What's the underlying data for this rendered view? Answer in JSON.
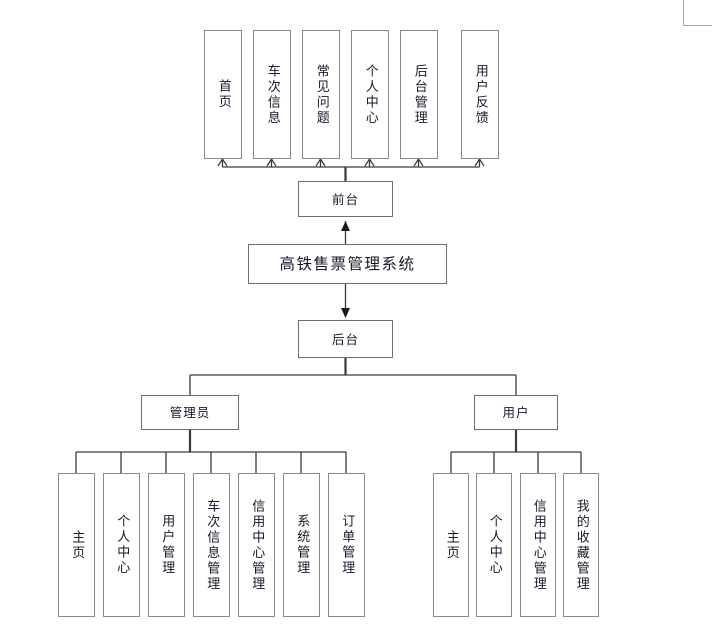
{
  "diagram": {
    "type": "tree",
    "title_node": "高铁售票管理系统",
    "root": {
      "label": "高铁售票管理系统",
      "name": "root-system"
    },
    "frontend": {
      "label": "前台",
      "name": "frontend-node",
      "children": [
        {
          "label": "首页"
        },
        {
          "label": "车次信息"
        },
        {
          "label": "常见问题"
        },
        {
          "label": "个人中心"
        },
        {
          "label": "后台管理"
        },
        {
          "label": "用户反馈"
        }
      ]
    },
    "backend": {
      "label": "后台",
      "name": "backend-node",
      "roles": [
        {
          "label": "管理员",
          "name": "admin-role",
          "children": [
            {
              "label": "主页"
            },
            {
              "label": "个人中心"
            },
            {
              "label": "用户管理"
            },
            {
              "label": "车次信息管理"
            },
            {
              "label": "信用中心管理"
            },
            {
              "label": "系统管理"
            },
            {
              "label": "订单管理"
            }
          ]
        },
        {
          "label": "用户",
          "name": "user-role",
          "children": [
            {
              "label": "主页"
            },
            {
              "label": "个人中心"
            },
            {
              "label": "信用中心管理"
            },
            {
              "label": "我的收藏管理"
            }
          ]
        }
      ]
    },
    "colors": {
      "background": "#ffffff",
      "box_border": "#8a8a8a",
      "wire": "#3a3a3a",
      "text": "#16182b"
    }
  }
}
